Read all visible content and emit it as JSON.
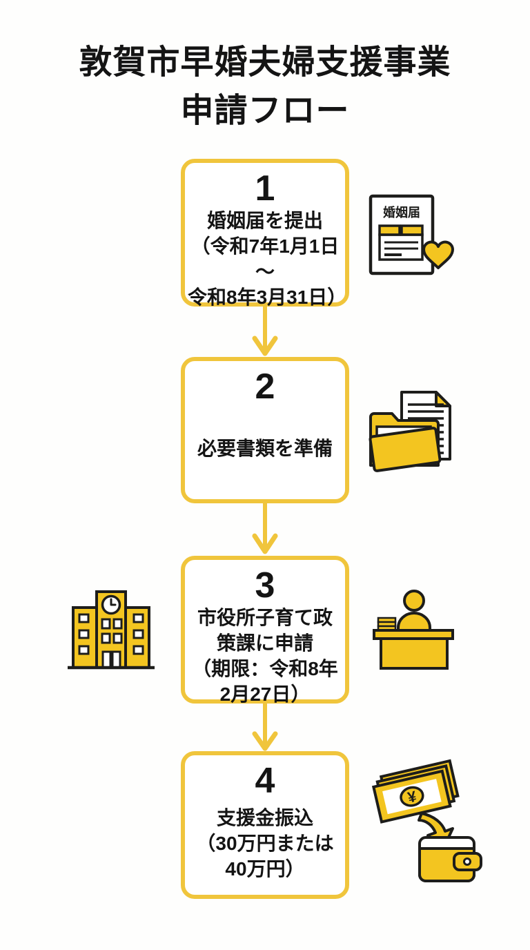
{
  "title": {
    "line1": "敦賀市早婚夫婦支援事業",
    "line2": "申請フロー"
  },
  "steps": [
    {
      "number": "1",
      "text": "婚姻届を提出\n（令和7年1月1日～\n令和8年3月31日）"
    },
    {
      "number": "2",
      "text": "必要書類を準備"
    },
    {
      "number": "3",
      "text": "市役所子育て政\n策課に申請\n（期限：令和8年\n2月27日）"
    },
    {
      "number": "4",
      "text": "支援金振込\n（30万円または\n40万円）"
    }
  ],
  "icon_labels": {
    "marriage_document": "婚姻届",
    "yen_symbol": "¥"
  },
  "colors": {
    "accent_yellow": "#F0C53C",
    "icon_yellow": "#F3C520",
    "outline": "#1D1D1B",
    "background": "#FEFEFD",
    "text": "#141414"
  }
}
